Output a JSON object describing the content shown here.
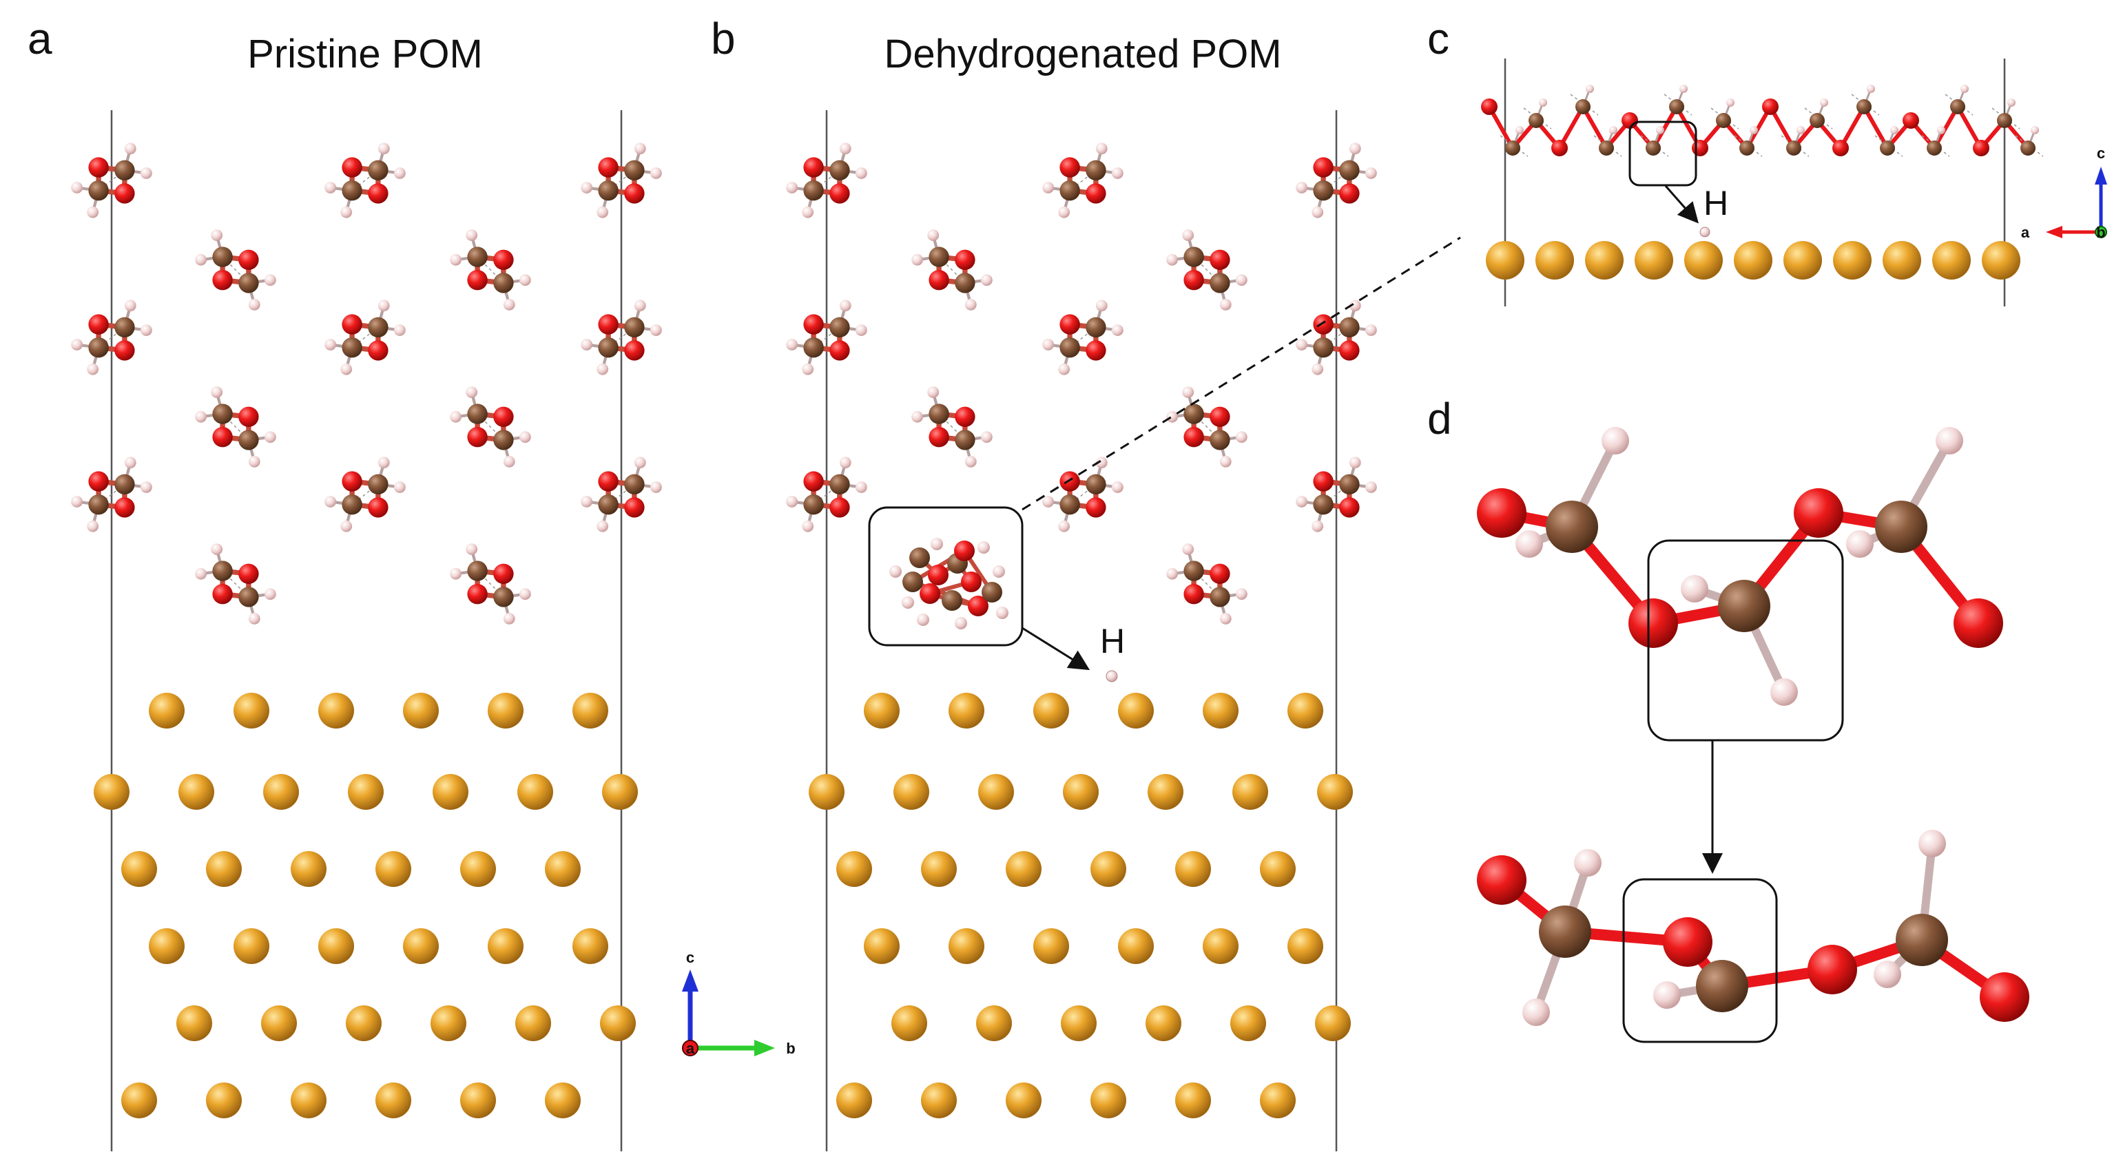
{
  "panels": {
    "a": {
      "letter": "a",
      "title": "Pristine POM"
    },
    "b": {
      "letter": "b",
      "title": "Dehydrogenated POM"
    },
    "c": {
      "letter": "c"
    },
    "d": {
      "letter": "d"
    }
  },
  "labels": {
    "h_atom_b": "H",
    "h_atom_c": "H"
  },
  "axes": {
    "panel_a": {
      "c": "c",
      "a": "a",
      "b": "b"
    },
    "panel_c": {
      "c": "c",
      "a": "a",
      "b": "b"
    }
  },
  "colors": {
    "oxygen": "#e8161b",
    "carbon": "#8a5a3c",
    "hydrogen": "#f2d6d6",
    "metal": "#e6a227",
    "axis_c": "#1f2fd6",
    "axis_b": "#2ecc2e",
    "axis_a": "#e8161b"
  }
}
